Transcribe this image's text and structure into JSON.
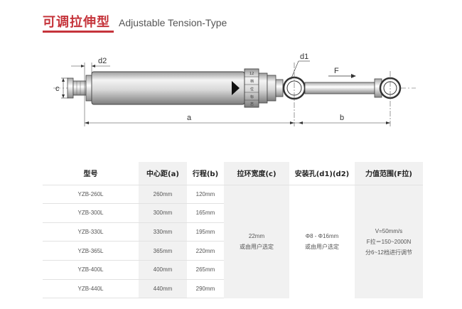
{
  "title": {
    "chinese": "可调拉伸型",
    "english": "Adjustable Tension-Type"
  },
  "diagram": {
    "labels": {
      "c": "c",
      "d2": "d2",
      "d1": "d1",
      "F": "F",
      "a": "a",
      "b": "b"
    },
    "scale_marks": [
      "12",
      "档",
      "位",
      "标",
      "志"
    ]
  },
  "table": {
    "headers": [
      "型号",
      "中心距(a)",
      "行程(b)",
      "拉环宽度(c)",
      "安装孔(d1)(d2)",
      "力值范围(F拉)"
    ],
    "rows": [
      {
        "model": "YZB-260L",
        "center_distance": "260mm",
        "stroke": "120mm"
      },
      {
        "model": "YZB-300L",
        "center_distance": "300mm",
        "stroke": "165mm"
      },
      {
        "model": "YZB-330L",
        "center_distance": "330mm",
        "stroke": "195mm"
      },
      {
        "model": "YZB-365L",
        "center_distance": "365mm",
        "stroke": "220mm"
      },
      {
        "model": "YZB-400L",
        "center_distance": "400mm",
        "stroke": "265mm"
      },
      {
        "model": "YZB-440L",
        "center_distance": "440mm",
        "stroke": "290mm"
      }
    ],
    "ring_width": [
      "22mm",
      "或由用户选定"
    ],
    "mount_hole": [
      "Φ8 - Φ16mm",
      "或由用户选定"
    ],
    "force_range": [
      "V=50mm/s",
      "F拉＝150~2000N",
      "分6~12档进行调节"
    ]
  }
}
